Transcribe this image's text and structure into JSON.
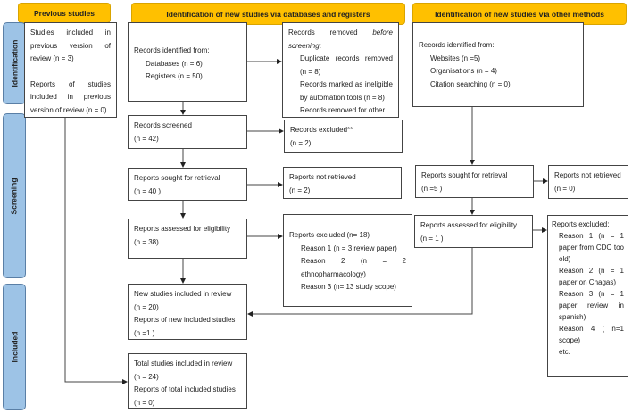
{
  "headers": {
    "previous": "Previous studies",
    "databases": "Identification of new studies via databases and registers",
    "other": "Identification of new studies via other methods"
  },
  "phases": {
    "identification": "Identification",
    "screening": "Screening",
    "included": "Included"
  },
  "previous": {
    "line1": "Studies included in previous version of review (n = 3)",
    "line2": "Reports of studies included in previous version of review (n = 0)"
  },
  "db": {
    "identified": {
      "title": "Records identified from:",
      "databases": "Databases (n = 6)",
      "registers": "Registers (n = 50)"
    },
    "removed": {
      "title_a": "Records removed ",
      "title_b": "before screening",
      "title_c": ":",
      "dup": "Duplicate records removed (n = 8)",
      "auto": "Records marked as ineligible by automation tools (n = 8)",
      "other": "Records removed for other"
    },
    "screened": {
      "title": "Records screened",
      "n": "(n = 42)"
    },
    "excluded": {
      "title": "Records excluded**",
      "n": "(n = 2)"
    },
    "sought": {
      "title": "Reports sought for retrieval",
      "n": "(n = 40 )"
    },
    "not_retrieved": {
      "title": "Reports not retrieved",
      "n": "(n = 2)"
    },
    "assessed": {
      "title": "Reports assessed for eligibility",
      "n": "(n = 38)"
    },
    "reports_excluded": {
      "title": "Reports excluded (n= 18)",
      "r1": "Reason 1 (n = 3 review paper)",
      "r2": "Reason 2 (n = 2 ethnopharmacology)",
      "r3": "Reason 3 (n= 13 study scope)"
    },
    "new_included": {
      "title": "New studies included in review",
      "n": "(n = 20)",
      "reports": "Reports of new included studies",
      "rn": "(n =1 )"
    },
    "total": {
      "title": "Total studies included in review",
      "n": "(n = 24)",
      "reports": "Reports of total included studies",
      "rn": "(n = 0)"
    }
  },
  "other": {
    "identified": {
      "title": "Records identified from:",
      "websites": "Websites (n =5)",
      "organisations": "Organisations (n = 4)",
      "citation": "Citation searching (n = 0)"
    },
    "sought": {
      "title": "Reports sought for retrieval",
      "n": "(n =5 )"
    },
    "not_retrieved": {
      "title": "Reports not retrieved",
      "n": "(n = 0)"
    },
    "assessed": {
      "title": "Reports assessed for eligibility",
      "n": "(n = 1 )"
    },
    "excluded": {
      "title": "Reports excluded:",
      "r1": "Reason 1 (n = 1 paper from CDC too old)",
      "r2": "Reason 2 (n = 1 paper on Chagas)",
      "r3": "Reason 3 (n = 1 paper review in spanish)",
      "r4": "Reason 4 ( n=1 scope)",
      "etc": "etc."
    }
  },
  "colors": {
    "header": "#FFC000",
    "phase": "#9DC3E6"
  }
}
